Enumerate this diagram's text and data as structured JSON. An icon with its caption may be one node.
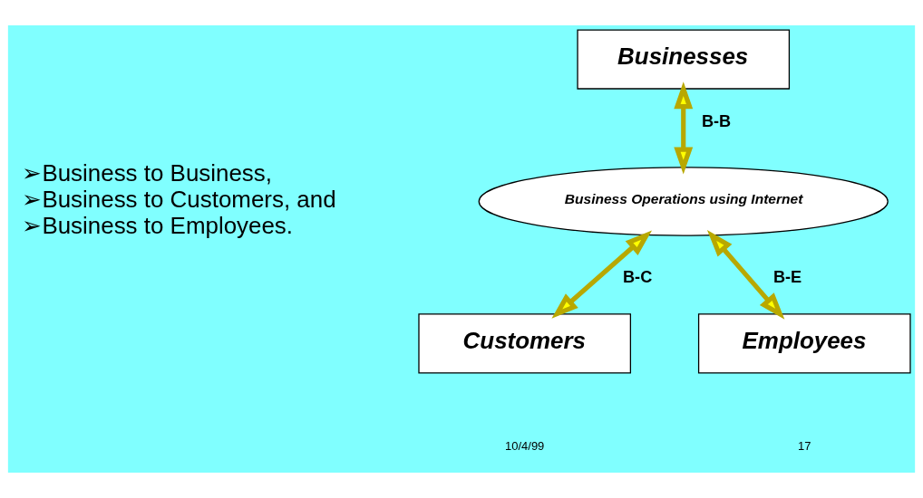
{
  "diagram": {
    "nodes": [
      {
        "text": [
          "Businesses"
        ]
      },
      {
        "text": [
          "Business Operations using Internet"
        ]
      },
      {
        "text": [
          "Customers"
        ]
      },
      {
        "text": [
          "Employees"
        ]
      }
    ],
    "edges": [
      {
        "from": 0,
        "to": 1,
        "arrow": "both",
        "label": "B-B"
      },
      {
        "from": 1,
        "to": 2,
        "arrow": "both",
        "label": "B-C"
      },
      {
        "from": 1,
        "to": 3,
        "arrow": "both",
        "label": "B-E"
      }
    ],
    "labels": [
      "➢Business to Business,",
      "➢Business to Customers, and",
      "➢Business to Employees.",
      "10/4/99",
      "17"
    ]
  }
}
